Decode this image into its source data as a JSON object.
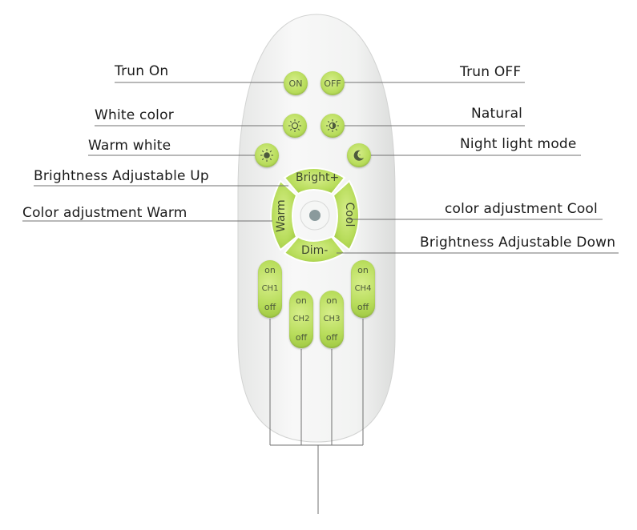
{
  "labels": {
    "turn_on": "Trun On",
    "turn_off": "Trun OFF",
    "white_color": "White color",
    "natural": "Natural",
    "warm_white": "Warm white",
    "night_light": "Night light mode",
    "bright_up": "Brightness Adjustable Up",
    "color_warm": "Color adjustment Warm",
    "color_cool": "color adjustment Cool",
    "bright_down": "Brightness Adjustable Down"
  },
  "remote": {
    "on_label": "ON",
    "off_label": "OFF",
    "bright_label": "Bright+",
    "dim_label": "Dim-",
    "warm_label": "Warm",
    "cool_label": "Cool",
    "channels": [
      {
        "on": "on",
        "name": "CH1",
        "off": "off"
      },
      {
        "on": "on",
        "name": "CH2",
        "off": "off"
      },
      {
        "on": "on",
        "name": "CH3",
        "off": "off"
      },
      {
        "on": "on",
        "name": "CH4",
        "off": "off"
      }
    ]
  },
  "colors": {
    "button_green": "#b7dc5a",
    "button_text": "#4d5a3c",
    "body": "#f4f5f4",
    "line": "#666666"
  }
}
